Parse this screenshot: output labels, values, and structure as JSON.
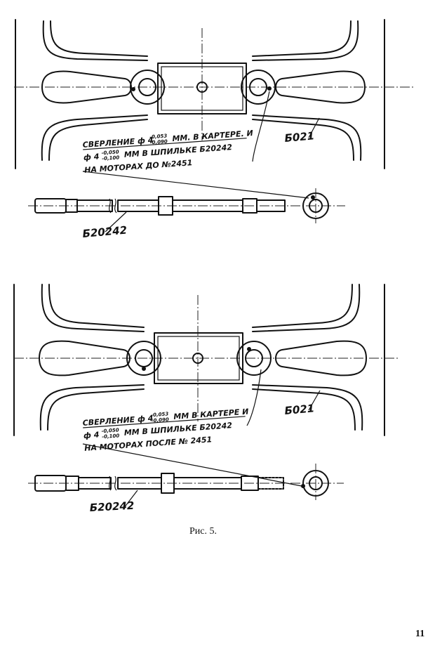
{
  "figures": [
    {
      "part_label": "Б021",
      "note": {
        "line1_prefix": "СВЕРЛЕНИЕ ф 4",
        "line1_tol_top": "-0,053",
        "line1_tol_bottom": "-0,090",
        "line1_suffix": "ММ. В КАРТЕРЕ. И",
        "line2_prefix": "ф 4",
        "line2_tol_top": "-0,050",
        "line2_tol_bottom": "-0,100",
        "line2_suffix": "ММ  В  ШПИЛЬКЕ Б20242",
        "line3": "НА МОТОРАХ ДО №2451"
      },
      "stud_label": "Б20242"
    },
    {
      "part_label": "Б021",
      "note": {
        "line1_prefix": "СВЕРЛЕНИЕ ф 4",
        "line1_tol_top": "-0,053",
        "line1_tol_bottom": "-0,090",
        "line1_suffix": "ММ В КАРТЕРЕ И",
        "line2_prefix": "ф 4",
        "line2_tol_top": "-0,050",
        "line2_tol_bottom": "-0,100",
        "line2_suffix": "ММ    В   ШПИЛЬКЕ Б20242",
        "line3": "НА МОТОРАХ ПОСЛЕ № 2451"
      },
      "stud_label": "Б20242"
    }
  ],
  "caption": "Рис. 5.",
  "page_number": "11"
}
